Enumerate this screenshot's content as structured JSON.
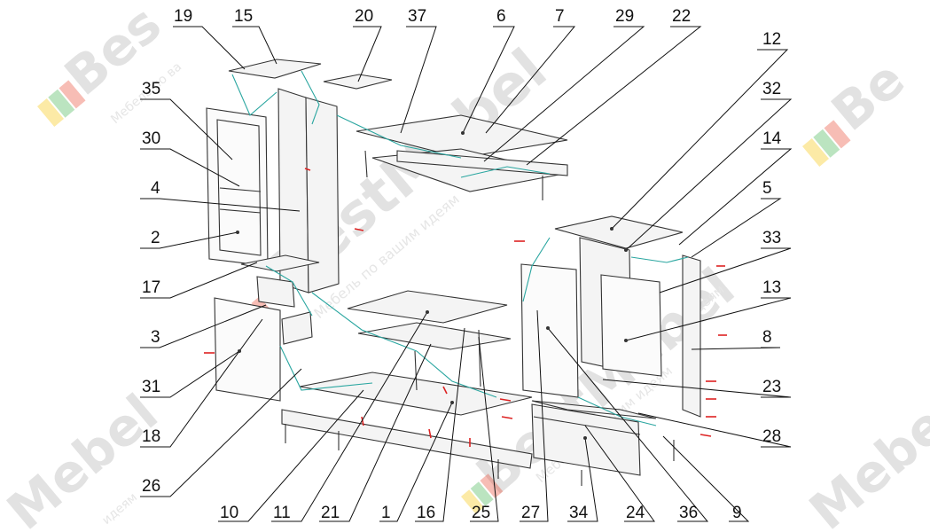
{
  "watermark": {
    "brand": "BestMebel",
    "brand_left": "Bes",
    "brand_right": "Be",
    "brand_bottom_left": "Mebel",
    "brand_bottom_right": "Mebe",
    "tagline": "Мебель по вашим идеям",
    "tagline_short": "Мебель по ва",
    "tagline_end": "идеям",
    "logo_colors": [
      "#f5c400",
      "#3bb34a",
      "#e8412c"
    ]
  },
  "part_labels": [
    "19",
    "15",
    "20",
    "37",
    "6",
    "7",
    "29",
    "22",
    "12",
    "32",
    "14",
    "5",
    "33",
    "13",
    "8",
    "23",
    "28",
    "35",
    "30",
    "4",
    "2",
    "17",
    "3",
    "31",
    "18",
    "26",
    "10",
    "11",
    "21",
    "1",
    "16",
    "25",
    "27",
    "34",
    "24",
    "36",
    "9"
  ],
  "colors": {
    "line": "#333333",
    "connector": "#2aa6a0",
    "fastener": "#dd2222"
  }
}
